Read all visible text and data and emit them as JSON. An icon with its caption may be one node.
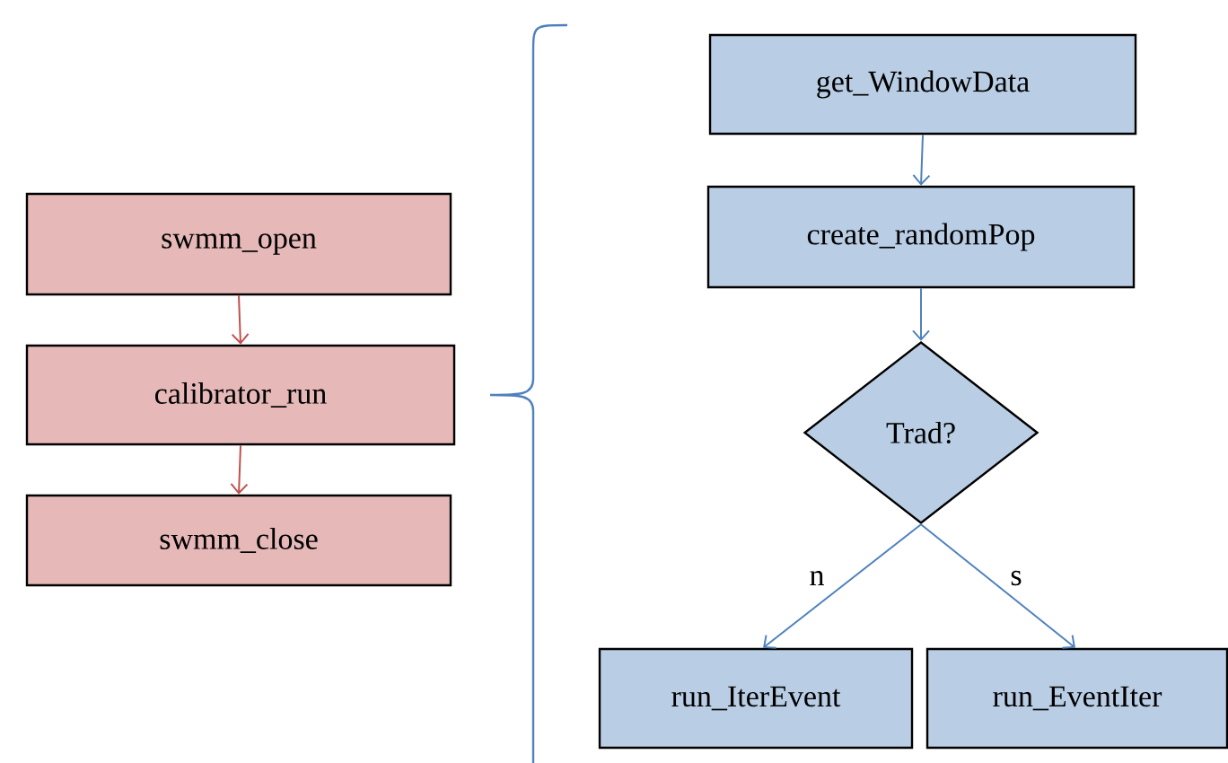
{
  "diagram": {
    "nodes": [
      {
        "text": [
          "swmm_open"
        ]
      },
      {
        "text": [
          "calibrator_run"
        ]
      },
      {
        "text": [
          "swmm_close"
        ]
      },
      {
        "text": [
          "get_WindowData"
        ]
      },
      {
        "text": [
          "create_randomPop"
        ]
      },
      {
        "text": [
          "Trad?"
        ]
      },
      {
        "text": [
          "run_IterEvent"
        ]
      },
      {
        "text": [
          "run_EventIter"
        ]
      }
    ],
    "edges": [
      {
        "from": 0,
        "to": 1,
        "arrow": "to",
        "color": "#c0504d"
      },
      {
        "from": 1,
        "to": 2,
        "arrow": "to",
        "color": "#c0504d"
      },
      {
        "from": 3,
        "to": 4,
        "arrow": "to"
      },
      {
        "from": 4,
        "to": 5,
        "arrow": "to"
      },
      {
        "from": 5,
        "to": 6,
        "arrow": "to",
        "label": "n"
      },
      {
        "from": 5,
        "to": 7,
        "arrow": "to",
        "label": "s"
      }
    ]
  }
}
